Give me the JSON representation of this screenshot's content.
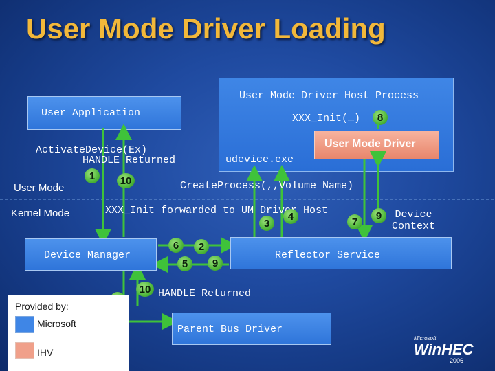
{
  "title": "User Mode Driver Loading",
  "boxes": {
    "host_process": "User Mode Driver Host Process",
    "user_application": "User Application",
    "xxx_init": "XXX_Init(…)",
    "user_mode_driver": "User Mode Driver",
    "udevice": "udevice.exe",
    "device_manager": "Device Manager",
    "reflector_service": "Reflector Service",
    "parent_bus_driver": "Parent Bus Driver"
  },
  "labels": {
    "activate_device": "ActivateDevice(Ex)",
    "handle_returned_top": "HANDLE Returned",
    "create_process": "CreateProcess(,,Volume Name)",
    "xxx_init_forwarded": "XXX_Init forwarded to UM Driver Host",
    "handle_returned_bottom": "HANDLE Returned",
    "device_context": "Device\nContext",
    "user_mode": "User Mode",
    "kernel_mode": "Kernel Mode"
  },
  "steps": {
    "s1_top": "1",
    "s10_top": "10",
    "s8": "8",
    "s3": "3",
    "s4": "4",
    "s7": "7",
    "s9_right": "9",
    "s6": "6",
    "s2": "2",
    "s5": "5",
    "s9_mid": "9",
    "s1_bottom": "1",
    "s10_bottom": "10"
  },
  "legend": {
    "heading": "Provided by:",
    "microsoft": "Microsoft",
    "ihv": "IHV"
  },
  "colors": {
    "title": "#f2b83a",
    "box_blue": "#3f86e6",
    "box_ihv": "#f0a08a",
    "arrow": "#3fc23a"
  },
  "logo": {
    "brand": "Microsoft",
    "name": "WinHEC",
    "year": "2006"
  }
}
